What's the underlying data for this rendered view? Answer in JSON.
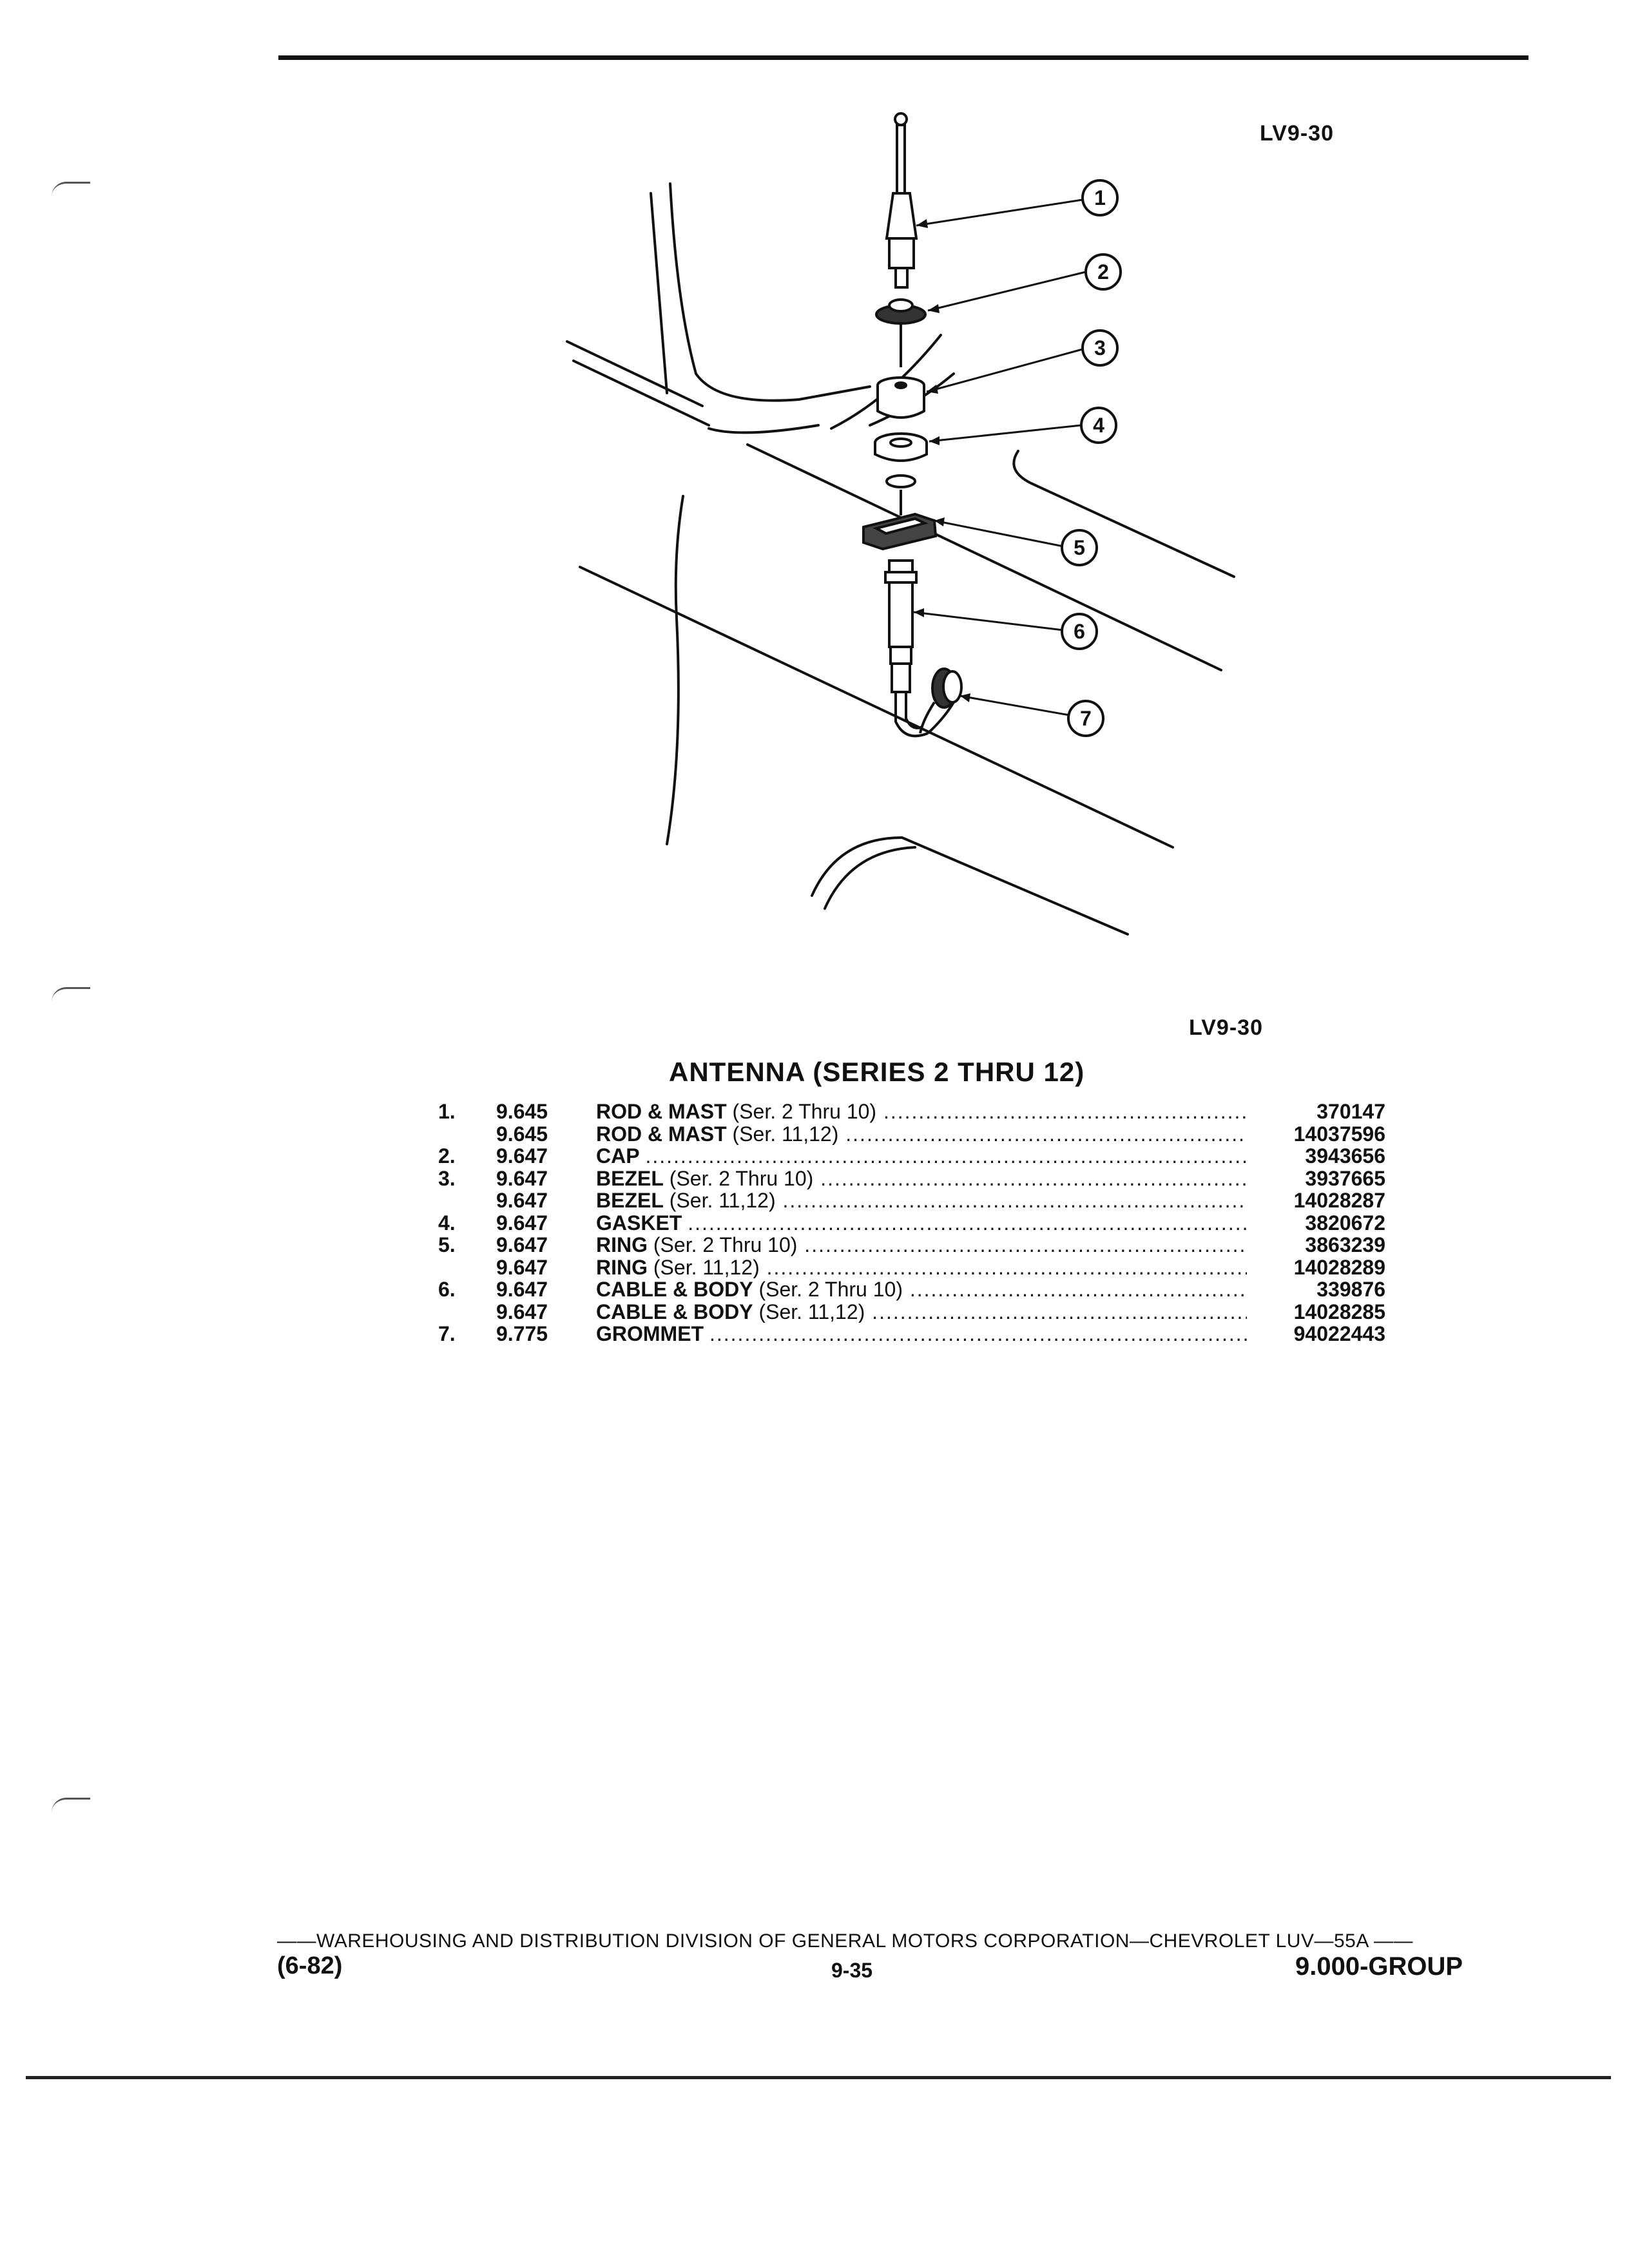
{
  "figure": {
    "code_top": "LV9-30",
    "code_bottom": "LV9-30",
    "callouts": [
      "1",
      "2",
      "3",
      "4",
      "5",
      "6",
      "7"
    ]
  },
  "parts": {
    "title": "ANTENNA (SERIES 2 THRU 12)",
    "rows": [
      {
        "num": "1.",
        "code": "9.645",
        "name": "ROD & MAST",
        "note": "(Ser. 2 Thru 10)",
        "part": "370147"
      },
      {
        "num": "",
        "code": "9.645",
        "name": "ROD & MAST",
        "note": "(Ser. 11,12)",
        "part": "14037596"
      },
      {
        "num": "2.",
        "code": "9.647",
        "name": "CAP",
        "note": "",
        "part": "3943656"
      },
      {
        "num": "3.",
        "code": "9.647",
        "name": "BEZEL",
        "note": "(Ser. 2 Thru 10)",
        "part": "3937665"
      },
      {
        "num": "",
        "code": "9.647",
        "name": "BEZEL",
        "note": "(Ser. 11,12)",
        "part": "14028287"
      },
      {
        "num": "4.",
        "code": "9.647",
        "name": "GASKET",
        "note": "",
        "part": "3820672"
      },
      {
        "num": "5.",
        "code": "9.647",
        "name": "RING",
        "note": "(Ser. 2 Thru 10)",
        "part": "3863239"
      },
      {
        "num": "",
        "code": "9.647",
        "name": "RING",
        "note": "(Ser. 11,12)",
        "part": "14028289"
      },
      {
        "num": "6.",
        "code": "9.647",
        "name": "CABLE & BODY",
        "note": "(Ser. 2 Thru 10)",
        "part": "339876"
      },
      {
        "num": "",
        "code": "9.647",
        "name": "CABLE & BODY",
        "note": "(Ser. 11,12)",
        "part": "14028285"
      },
      {
        "num": "7.",
        "code": "9.775",
        "name": "GROMMET",
        "note": "",
        "part": "94022443"
      }
    ]
  },
  "footer": {
    "line": "——WAREHOUSING AND DISTRIBUTION DIVISION OF GENERAL MOTORS CORPORATION—CHEVROLET LUV—55A ——",
    "date": "(6-82)",
    "page": "9-35",
    "group": "9.000-GROUP"
  }
}
